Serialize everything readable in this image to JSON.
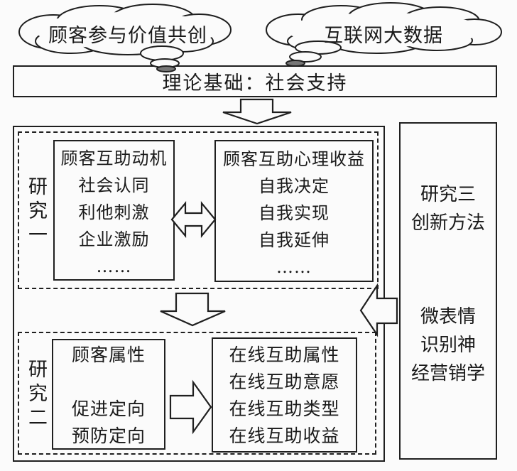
{
  "clouds": {
    "left": "顾客参与价值共创",
    "right": "互联网大数据"
  },
  "theory_box": "理论基础：社会支持",
  "studies": {
    "study1": {
      "label": "研究一",
      "left_box": "顾客互助动机\n社会认同\n利他刺激\n企业激励\n……",
      "right_box": "顾客互助心理收益\n自我决定\n自我实现\n自我延伸\n……"
    },
    "study2": {
      "label": "研究二",
      "left_box": "顾客属性\n\n促进定向\n预防定向",
      "right_box": "在线互助属性\n在线互助意愿\n在线互助类型\n在线互助收益"
    }
  },
  "study3": {
    "title": "研究三\n创新方法",
    "method": "微表情\n识别神\n经营销学"
  },
  "icons": {
    "down_arrow_top": "down-arrow",
    "down_arrow_mid": "down-arrow",
    "double_arrow": "left-right-double-arrow",
    "right_arrow": "right-arrow",
    "left_arrow": "left-arrow"
  },
  "colors": {
    "line": "#1f1f1f",
    "background": "#fbfbfb",
    "text": "#1a1a1a"
  }
}
